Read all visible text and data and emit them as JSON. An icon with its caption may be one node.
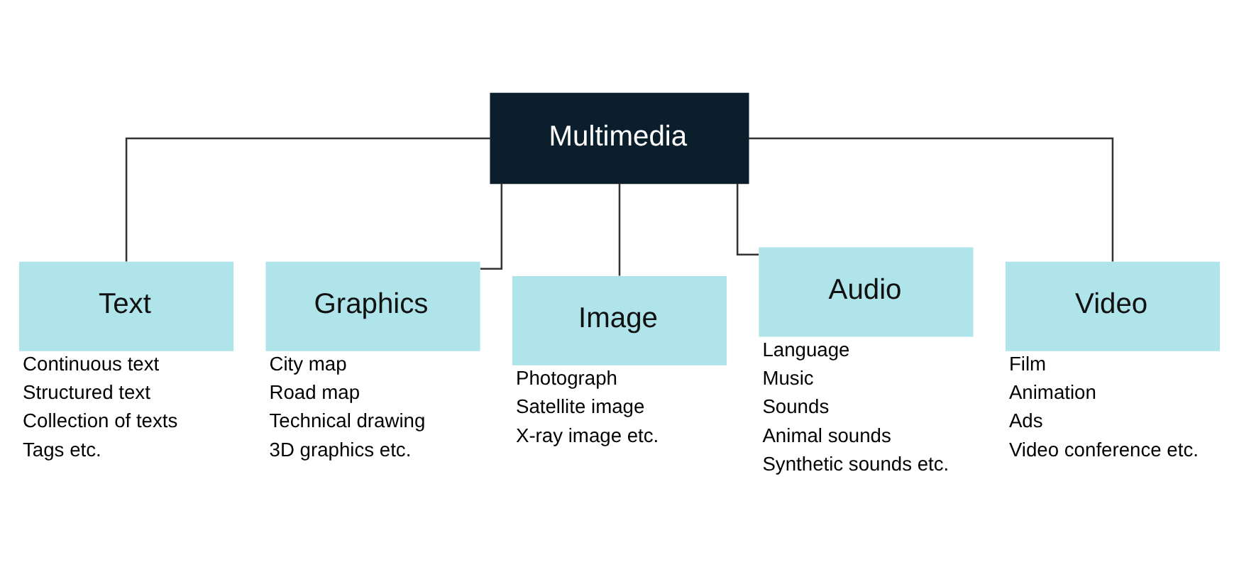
{
  "diagram": {
    "nodes": [
      {
        "text": [
          "Multimedia"
        ]
      },
      {
        "text": [
          "Text"
        ],
        "beside": [
          "Continuous text",
          "Structured text",
          "Collection of texts",
          "Tags etc."
        ]
      },
      {
        "text": [
          "Graphics"
        ],
        "beside": [
          "City map",
          "Road map",
          "Technical drawing",
          "3D graphics etc."
        ]
      },
      {
        "text": [
          "Image"
        ],
        "beside": [
          "Photograph",
          "Satellite image",
          "X-ray image etc."
        ]
      },
      {
        "text": [
          "Audio"
        ],
        "beside": [
          "Language",
          "Music",
          "Sounds",
          "Animal sounds",
          "Synthetic sounds etc."
        ]
      },
      {
        "text": [
          "Video"
        ],
        "beside": [
          "Film",
          "Animation",
          "Ads",
          "Video conference etc."
        ]
      }
    ],
    "edges": [
      {
        "from": 0,
        "to": 1,
        "arrow": "none"
      },
      {
        "from": 0,
        "to": 2,
        "arrow": "none"
      },
      {
        "from": 0,
        "to": 3,
        "arrow": "none"
      },
      {
        "from": 0,
        "to": 4,
        "arrow": "none"
      },
      {
        "from": 0,
        "to": 5,
        "arrow": "none"
      }
    ]
  }
}
